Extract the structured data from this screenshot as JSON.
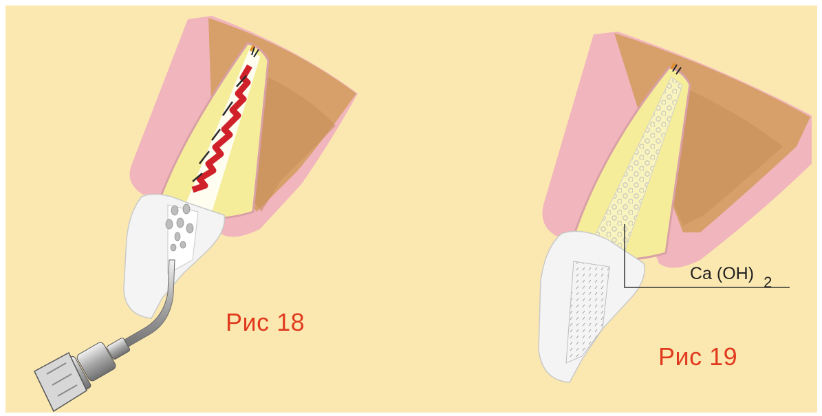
{
  "figures": [
    {
      "caption": "Рис 18"
    },
    {
      "caption": "Рис 19",
      "formula": "Ca (OH)",
      "formula_subscript": "2"
    }
  ],
  "colors": {
    "background": "#fbe8b0",
    "gum": "#f1b5bd",
    "bone": "#d7a06b",
    "dentin": "#f6ed9b",
    "enamel": "#f4f4f4",
    "pulp_tissue": "#d0202a",
    "caption": "#e03a1e"
  }
}
